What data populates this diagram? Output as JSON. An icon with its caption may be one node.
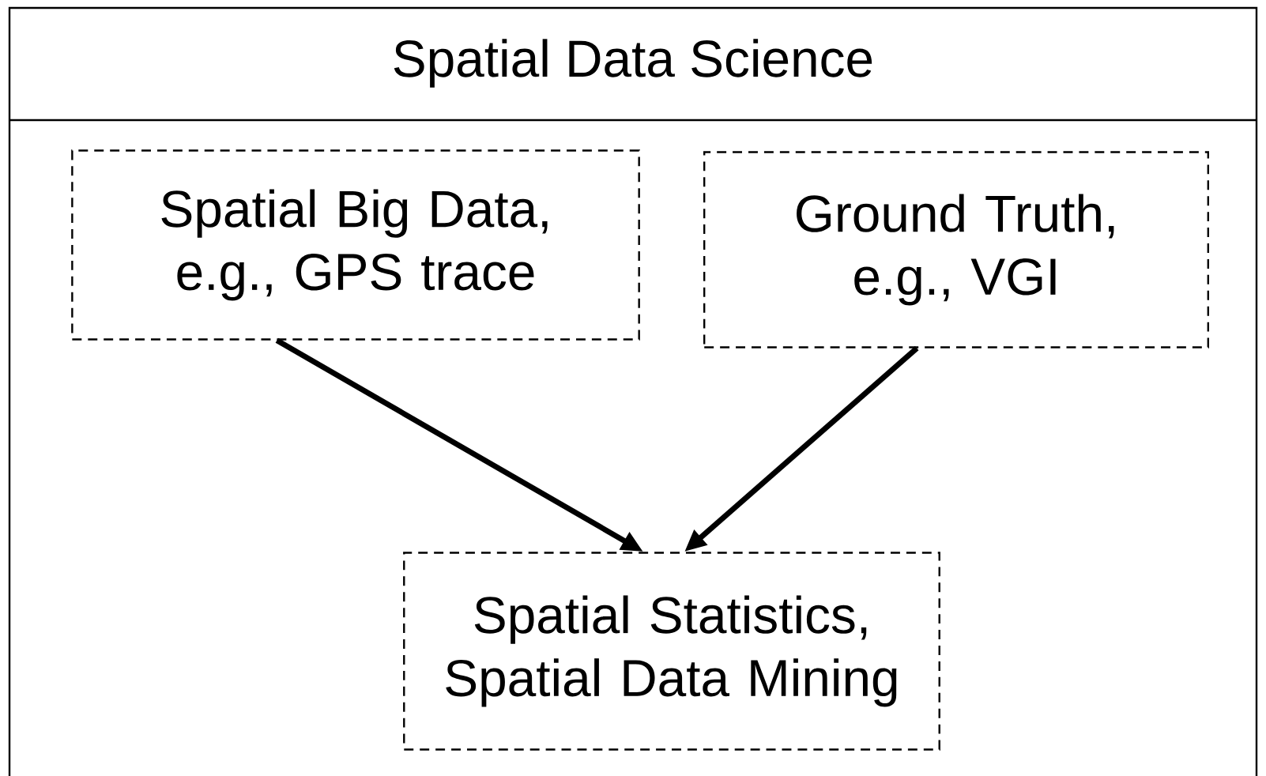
{
  "diagram": {
    "nodes": [
      {
        "text": [
          "Spatial Data Science"
        ]
      },
      {
        "text": [
          "Spatial Big Data, e.g., GPS trace"
        ],
        "in": 0
      },
      {
        "text": [
          "Ground Truth, e.g., VGI"
        ],
        "in": 0
      },
      {
        "text": [
          "Spatial Statistics, Spatial Data Mining"
        ],
        "in": 0
      }
    ],
    "edges": [
      {
        "from": 1,
        "to": 3,
        "arrow": "to"
      },
      {
        "from": 2,
        "to": 3,
        "arrow": "to"
      }
    ]
  }
}
